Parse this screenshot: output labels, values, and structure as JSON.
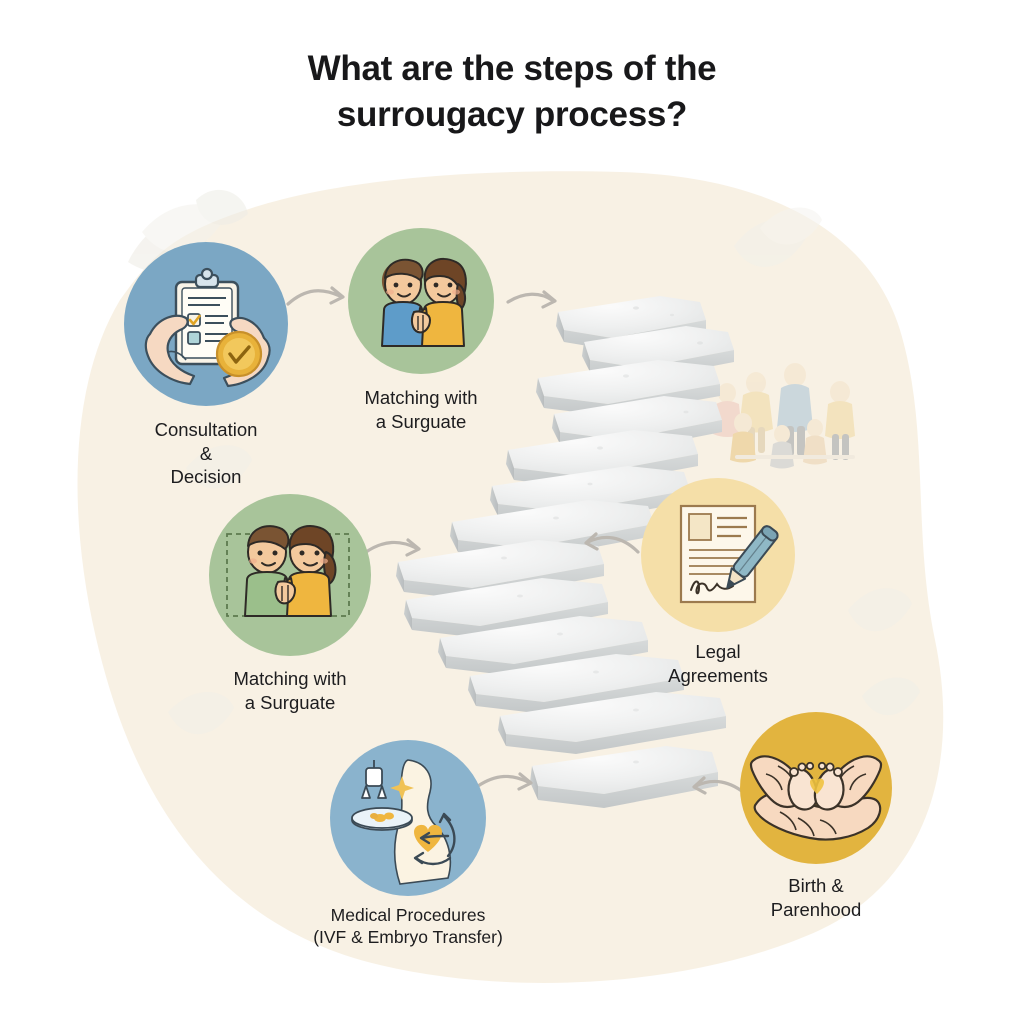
{
  "page": {
    "title_lines": [
      "What are the steps of the",
      "surrougacy process?"
    ],
    "background_color": "#FFFFFF",
    "blob_color": "#F8F0E3"
  },
  "palette": {
    "blue_circle": "#7BA7C4",
    "green_circle": "#A8C49A",
    "tan_circle": "#F5DFA8",
    "gold_circle": "#E2B43F",
    "step_light": "#F0F1F1",
    "step_shadow": "#C9CCCD",
    "arrow": "#B9B3AC",
    "text": "#1d1d1f",
    "leaf": "#EFEDE6"
  },
  "steps": [
    {
      "id": "consultation",
      "icon": "clipboard-checklist-hands-icon",
      "circle_color": "#7BA7C4",
      "caption_lines": [
        "Consultation",
        "&",
        "Decision"
      ]
    },
    {
      "id": "matching-1",
      "icon": "couple-high-five-icon",
      "circle_color": "#A8C49A",
      "caption_lines": [
        "Matching with",
        "a Surguate"
      ]
    },
    {
      "id": "matching-2",
      "icon": "couple-high-five-dashed-icon",
      "circle_color": "#A8C49A",
      "caption_lines": [
        "Matching with",
        "a Surguate"
      ]
    },
    {
      "id": "medical",
      "icon": "ivf-embryo-transfer-icon",
      "circle_color": "#7BA7C4",
      "caption_lines": [
        "Medical Procedures",
        "(IVF & Embryo Transfer)"
      ]
    },
    {
      "id": "legal",
      "icon": "contract-pen-signature-icon",
      "circle_color": "#F5DFA8",
      "caption_lines": [
        "Legal",
        "Agreements"
      ]
    },
    {
      "id": "birth",
      "icon": "hands-holding-baby-feet-icon",
      "circle_color": "#E2B43F",
      "caption_lines": [
        "Birth &",
        "Parenhood"
      ]
    }
  ],
  "decorations": {
    "staircase": {
      "name": "descending-stone-staircase",
      "step_count": 13
    },
    "family_group": {
      "name": "faded-family-group-illustration",
      "figure_count": 7
    },
    "leaves": {
      "name": "faded-leaf-decorations",
      "count": 6
    },
    "arrows": {
      "name": "curved-flow-arrows",
      "count": 5
    }
  }
}
